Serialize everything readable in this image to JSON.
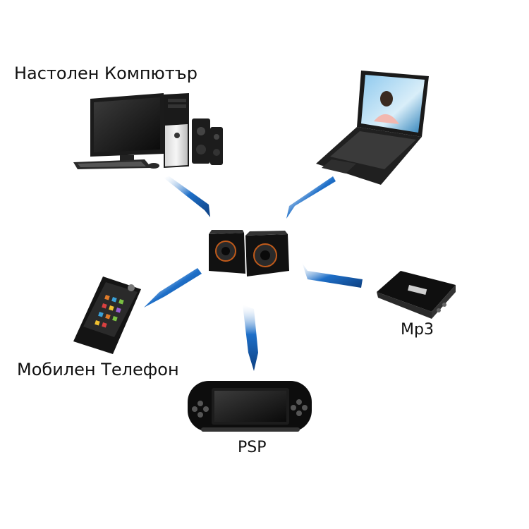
{
  "labels": {
    "desktop": "Настолен Компютър",
    "phone": "Мобилен Телефон",
    "mp3": "Mp3",
    "psp": "PSP"
  },
  "colors": {
    "arrow": "#1a5fb4",
    "arrow_light": "#6fa8e6",
    "device_dark": "#151515",
    "speaker_accent": "#c05a1a"
  }
}
